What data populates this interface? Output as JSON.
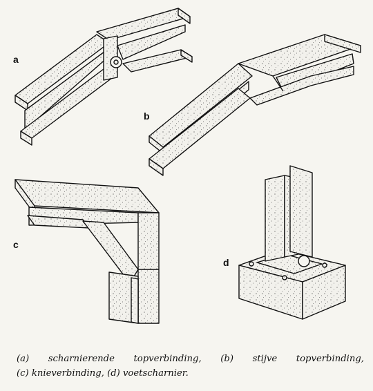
{
  "labels": {
    "a": "a",
    "b": "b",
    "c": "c",
    "d": "d"
  },
  "caption": {
    "line1": "(a) scharnierende topverbinding, (b) stijve topverbinding,",
    "line2": "(c) knieverbinding, (d) voetscharnier."
  },
  "colors": {
    "paper": "#f6f5f0",
    "ink": "#111111",
    "concrete": "#f2f1ec"
  }
}
